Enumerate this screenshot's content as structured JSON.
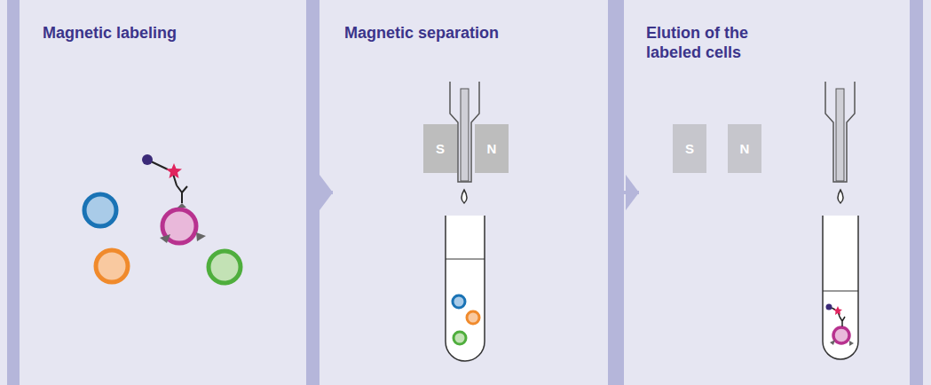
{
  "diagram": {
    "nodes": [
      {
        "text": [
          "Magnetic labeling"
        ]
      },
      {
        "text": [
          "Magnetic separation"
        ]
      },
      {
        "text": [
          "S"
        ],
        "in": 1
      },
      {
        "text": [
          "N"
        ],
        "in": 1
      },
      {
        "text": [
          "Elution of the labeled cells"
        ]
      },
      {
        "text": [
          "S"
        ],
        "in": 4
      },
      {
        "text": [
          "N"
        ],
        "in": 4
      }
    ],
    "edges": [
      {
        "from": 0,
        "to": 1,
        "arrow": "to"
      },
      {
        "from": 1,
        "to": 4,
        "arrow": "to"
      }
    ]
  }
}
